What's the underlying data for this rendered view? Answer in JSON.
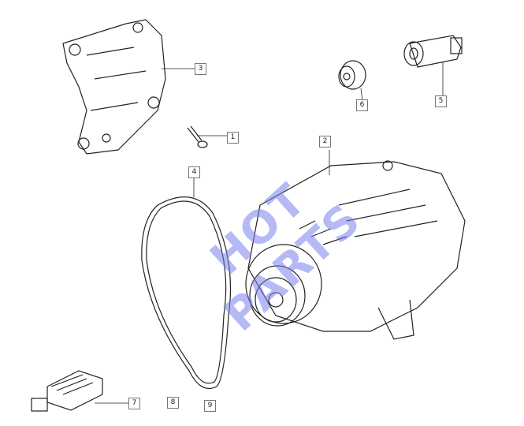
{
  "watermark": "HOT PARTS",
  "callouts": [
    "1",
    "2",
    "3",
    "4",
    "5",
    "6",
    "7",
    "8",
    "9"
  ],
  "colors": {
    "line": "#222222",
    "watermark": "#7880eb"
  }
}
